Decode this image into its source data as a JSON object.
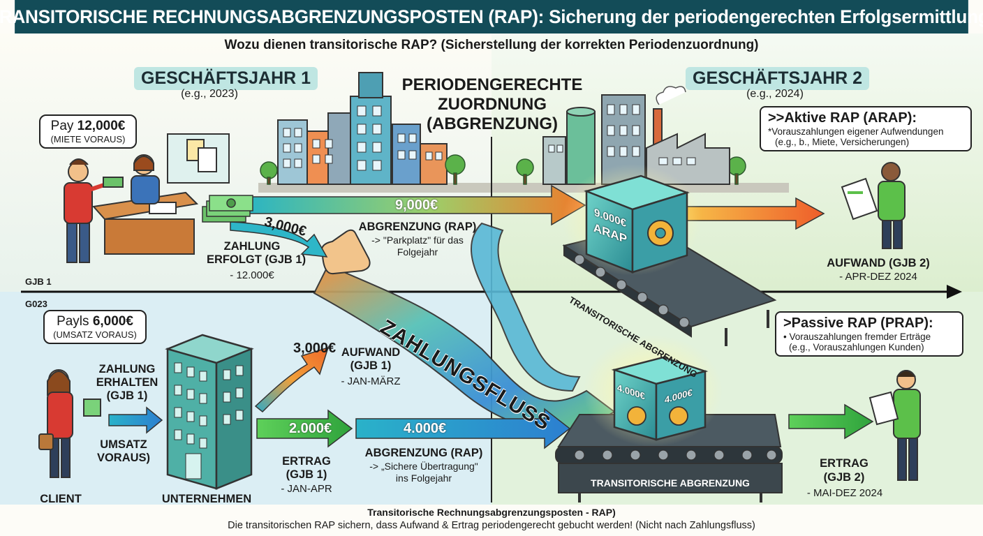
{
  "header": {
    "title": "TRANSITORISCHE RECHNUNGSABGRENZUNGSPOSTEN (RAP): Sicherung der periodengerechten Erfolgsermittlung!",
    "subtitle": "Wozu dienen transitorische RAP? (Sicherstellung der korrekten Periodenzuordnung)"
  },
  "year1": {
    "label": "GESCHÄFTSJAHR 1",
    "sub": "(e.g., 2023)"
  },
  "year2": {
    "label": "GESCHÄFTSJAHR 2",
    "sub": "(e.g., 2024)"
  },
  "center_title": {
    "line1": "PERIODENGERECHTE",
    "line2": "ZUORDNUNG",
    "line3": "(ABGRENZUNG)"
  },
  "top": {
    "bubble_pay": "Pay",
    "bubble_amount": "12,000€",
    "bubble_sub": "(MIETE VORAUS)",
    "amount_main": "9,000€",
    "amount_partial": "3,000€",
    "payment_l1": "ZAHLUNG",
    "payment_l2": "ERFOLGT (GJB 1)",
    "payment_sub": "- 12.000€",
    "abgrenzung_title": "ABGRENZUNG (RAP)",
    "abgrenzung_l1": "-> \"Parkplatz\" für das",
    "abgrenzung_l2": "Folgejahr",
    "box_l1": "9.000€",
    "box_l2": "ARAP",
    "conveyor_label": "TRANSITORISCHE ABGRENZUNG",
    "aktive_title": ">>Aktive RAP (ARAP):",
    "aktive_l1": "*Vorauszahlungen eigener Aufwendungen",
    "aktive_l2": "(e.g., b., Miete, Versicherungen)",
    "aufwand2_title": "AUFWAND (GJB 2)",
    "aufwand2_sub": "- APR-DEZ 2024"
  },
  "timeline": {
    "gjb": "GJB 1",
    "g023": "G023"
  },
  "river_label": "ZAHLUNGSFLUSS",
  "bottom": {
    "bubble_pay": "Payls",
    "bubble_amount": "6,000€",
    "bubble_sub": "(UMSATZ VORAUS)",
    "received_l1": "ZAHLUNG",
    "received_l2": "ERHALTEN",
    "received_l3": "(GJB 1)",
    "umsatz_l1": "UMSATZ",
    "umsatz_l2": "VORAUS)",
    "client": "CLIENT",
    "company": "UNTERNEHMEN",
    "aufwand_amount": "3,000€",
    "aufwand_title_l1": "AUFWAND",
    "aufwand_title_l2": "(GJB 1)",
    "aufwand_sub": "- JAN-MÄRZ",
    "ertrag_amount": "2.000€",
    "main_amount": "4.000€",
    "ertrag_l1": "ERTRAG",
    "ertrag_l2": "(GJB 1)",
    "ertrag_sub": "- JAN-APR",
    "abgrenzung_title": "ABGRENZUNG (RAP)",
    "abgrenzung_l1": "-> „Sichere Übertragung\"",
    "abgrenzung_l2": "ins Folgejahr",
    "box_face1": "4.000€",
    "box_face2": "4.000€",
    "conveyor_label": "TRANSITORISCHE ABGRENZUNG",
    "passive_title": ">Passive RAP (PRAP):",
    "passive_l1": "• Vorauszahlungen fremder Erträge",
    "passive_l2": "(e.g., Vorauszahlungen Kunden)",
    "ertrag2_l1": "ERTRAG",
    "ertrag2_l2": "(GJB 2)",
    "ertrag2_sub": "- MAI-DEZ 2024"
  },
  "footer": {
    "line1": "Transitorische Rechnungsabgrenzungsposten - RAP)",
    "line2": "Die transitorischen RAP sichern, dass Aufwand & Ertrag periodengerecht gebucht werden! (Nicht nach Zahlungsfluss)"
  },
  "colors": {
    "header_bg": "#134c58",
    "tag_bg": "#bfe6e2",
    "arrow_orange": "#f07a2a",
    "arrow_teal": "#2fb7c4",
    "arrow_green": "#5cc34a",
    "box_teal": "#3aa9ad"
  }
}
